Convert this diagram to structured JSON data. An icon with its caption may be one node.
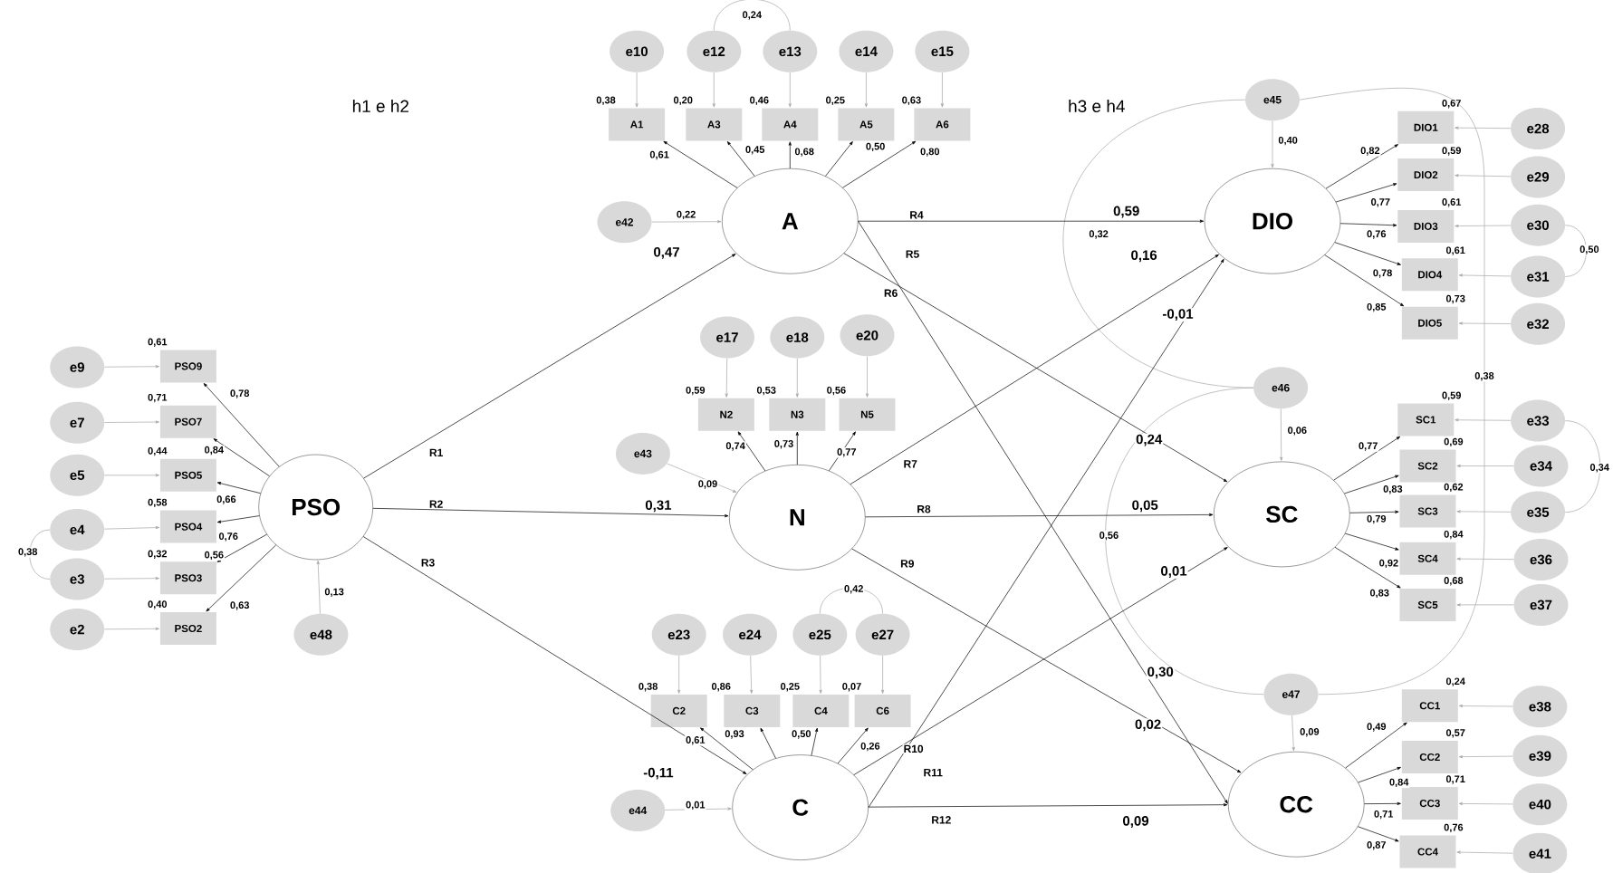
{
  "diagram": {
    "nodes": [
      {
        "text": [
          "e9"
        ]
      },
      {
        "text": [
          "e7"
        ]
      },
      {
        "text": [
          "e5"
        ]
      },
      {
        "text": [
          "e4"
        ]
      },
      {
        "text": [
          "e3"
        ]
      },
      {
        "text": [
          "e2"
        ]
      },
      {
        "text": [
          "PSO9"
        ],
        "beside": [
          "0,61"
        ]
      },
      {
        "text": [
          "PSO7"
        ],
        "beside": [
          "0,71"
        ]
      },
      {
        "text": [
          "PSO5"
        ],
        "beside": [
          "0,44"
        ]
      },
      {
        "text": [
          "PSO4"
        ],
        "beside": [
          "0,58"
        ]
      },
      {
        "text": [
          "PSO3"
        ],
        "beside": [
          "0,32"
        ]
      },
      {
        "text": [
          "PSO2"
        ],
        "beside": [
          "0,40"
        ]
      },
      {
        "text": [
          "PSO"
        ]
      },
      {
        "text": [
          "e48"
        ]
      },
      {
        "text": [
          "e10"
        ]
      },
      {
        "text": [
          "e12"
        ]
      },
      {
        "text": [
          "e13"
        ]
      },
      {
        "text": [
          "e14"
        ]
      },
      {
        "text": [
          "e15"
        ]
      },
      {
        "text": [
          "A1"
        ],
        "beside": [
          "0,38"
        ]
      },
      {
        "text": [
          "A3"
        ],
        "beside": [
          "0,20"
        ]
      },
      {
        "text": [
          "A4"
        ],
        "beside": [
          "0,46"
        ]
      },
      {
        "text": [
          "A5"
        ],
        "beside": [
          "0,25"
        ]
      },
      {
        "text": [
          "A6"
        ],
        "beside": [
          "0,63"
        ]
      },
      {
        "text": [
          "e42"
        ]
      },
      {
        "text": [
          "A"
        ]
      },
      {
        "text": [
          "e17"
        ]
      },
      {
        "text": [
          "e18"
        ]
      },
      {
        "text": [
          "e20"
        ]
      },
      {
        "text": [
          "N2"
        ],
        "beside": [
          "0,59"
        ]
      },
      {
        "text": [
          "N3"
        ],
        "beside": [
          "0,53"
        ]
      },
      {
        "text": [
          "N5"
        ],
        "beside": [
          "0,56"
        ]
      },
      {
        "text": [
          "e43"
        ]
      },
      {
        "text": [
          "N"
        ]
      },
      {
        "text": [
          "e23"
        ]
      },
      {
        "text": [
          "e24"
        ]
      },
      {
        "text": [
          "e25"
        ]
      },
      {
        "text": [
          "e27"
        ]
      },
      {
        "text": [
          "C2"
        ],
        "beside": [
          "0,38"
        ]
      },
      {
        "text": [
          "C3"
        ],
        "beside": [
          "0,86"
        ]
      },
      {
        "text": [
          "C4"
        ],
        "beside": [
          "0,25"
        ]
      },
      {
        "text": [
          "C6"
        ],
        "beside": [
          "0,07"
        ]
      },
      {
        "text": [
          "e44"
        ]
      },
      {
        "text": [
          "C"
        ]
      },
      {
        "text": [
          "e45"
        ]
      },
      {
        "text": [
          "DIO"
        ]
      },
      {
        "text": [
          "DIO1"
        ],
        "beside": [
          "0,67"
        ]
      },
      {
        "text": [
          "DIO2"
        ],
        "beside": [
          "0,59"
        ]
      },
      {
        "text": [
          "DIO3"
        ],
        "beside": [
          "0,61"
        ]
      },
      {
        "text": [
          "DIO4"
        ],
        "beside": [
          "0,61"
        ]
      },
      {
        "text": [
          "DIO5"
        ],
        "beside": [
          "0,73"
        ]
      },
      {
        "text": [
          "e28"
        ]
      },
      {
        "text": [
          "e29"
        ]
      },
      {
        "text": [
          "e30"
        ]
      },
      {
        "text": [
          "e31"
        ]
      },
      {
        "text": [
          "e32"
        ]
      },
      {
        "text": [
          "e46"
        ]
      },
      {
        "text": [
          "SC"
        ]
      },
      {
        "text": [
          "SC1"
        ],
        "beside": [
          "0,59"
        ]
      },
      {
        "text": [
          "SC2"
        ],
        "beside": [
          "0,69"
        ]
      },
      {
        "text": [
          "SC3"
        ],
        "beside": [
          "0,62"
        ]
      },
      {
        "text": [
          "SC4"
        ],
        "beside": [
          "0,84"
        ]
      },
      {
        "text": [
          "SC5"
        ],
        "beside": [
          "0,68"
        ]
      },
      {
        "text": [
          "e33"
        ]
      },
      {
        "text": [
          "e34"
        ]
      },
      {
        "text": [
          "e35"
        ]
      },
      {
        "text": [
          "e36"
        ]
      },
      {
        "text": [
          "e37"
        ]
      },
      {
        "text": [
          "e47"
        ]
      },
      {
        "text": [
          "CC"
        ]
      },
      {
        "text": [
          "CC1"
        ],
        "beside": [
          "0,24"
        ]
      },
      {
        "text": [
          "CC2"
        ],
        "beside": [
          "0,57"
        ]
      },
      {
        "text": [
          "CC3"
        ],
        "beside": [
          "0,71"
        ]
      },
      {
        "text": [
          "CC4"
        ],
        "beside": [
          "0,76"
        ]
      },
      {
        "text": [
          "e38"
        ]
      },
      {
        "text": [
          "e39"
        ]
      },
      {
        "text": [
          "e40"
        ]
      },
      {
        "text": [
          "e41"
        ]
      }
    ],
    "edges": [
      {
        "from": 0,
        "to": 6,
        "arrow": "to"
      },
      {
        "from": 1,
        "to": 7,
        "arrow": "to"
      },
      {
        "from": 2,
        "to": 8,
        "arrow": "to"
      },
      {
        "from": 3,
        "to": 9,
        "arrow": "to"
      },
      {
        "from": 4,
        "to": 10,
        "arrow": "to"
      },
      {
        "from": 5,
        "to": 11,
        "arrow": "to"
      },
      {
        "from": 12,
        "to": 6,
        "arrow": "to",
        "label": "0,78",
        "color": "#000000"
      },
      {
        "from": 12,
        "to": 7,
        "arrow": "to",
        "label": "0,84",
        "color": "#000000"
      },
      {
        "from": 12,
        "to": 8,
        "arrow": "to",
        "label": "0,66",
        "color": "#000000"
      },
      {
        "from": 12,
        "to": 9,
        "arrow": "to",
        "label": "0,76",
        "color": "#000000"
      },
      {
        "from": 12,
        "to": 10,
        "arrow": "to",
        "label": "0,56",
        "color": "#000000"
      },
      {
        "from": 12,
        "to": 11,
        "arrow": "to",
        "label": "0,63",
        "color": "#000000"
      },
      {
        "from": 13,
        "to": 12,
        "arrow": "to",
        "label": "0,13"
      },
      {
        "from": 3,
        "to": 4,
        "arrow": "none",
        "label": "0,38"
      },
      {
        "from": 14,
        "to": 19,
        "arrow": "to"
      },
      {
        "from": 15,
        "to": 20,
        "arrow": "to"
      },
      {
        "from": 16,
        "to": 21,
        "arrow": "to"
      },
      {
        "from": 17,
        "to": 22,
        "arrow": "to"
      },
      {
        "from": 18,
        "to": 23,
        "arrow": "to"
      },
      {
        "from": 25,
        "to": 19,
        "arrow": "to",
        "label": "0,61",
        "color": "#000000"
      },
      {
        "from": 25,
        "to": 20,
        "arrow": "to",
        "label": "0,45",
        "color": "#000000"
      },
      {
        "from": 25,
        "to": 21,
        "arrow": "to",
        "label": "0,68",
        "color": "#000000"
      },
      {
        "from": 25,
        "to": 22,
        "arrow": "to",
        "label": "0,50",
        "color": "#000000"
      },
      {
        "from": 25,
        "to": 23,
        "arrow": "to",
        "label": "0,80",
        "color": "#000000"
      },
      {
        "from": 24,
        "to": 25,
        "arrow": "to",
        "label": "0,22"
      },
      {
        "from": 15,
        "to": 16,
        "arrow": "none",
        "label": "0,24"
      },
      {
        "from": 26,
        "to": 29,
        "arrow": "to"
      },
      {
        "from": 27,
        "to": 30,
        "arrow": "to"
      },
      {
        "from": 28,
        "to": 31,
        "arrow": "to"
      },
      {
        "from": 33,
        "to": 29,
        "arrow": "to",
        "label": "0,74",
        "color": "#000000"
      },
      {
        "from": 33,
        "to": 30,
        "arrow": "to",
        "label": "0,73",
        "color": "#000000"
      },
      {
        "from": 33,
        "to": 31,
        "arrow": "to",
        "label": "0,77",
        "color": "#000000"
      },
      {
        "from": 32,
        "to": 33,
        "arrow": "to",
        "label": "0,09"
      },
      {
        "from": 34,
        "to": 38,
        "arrow": "to"
      },
      {
        "from": 35,
        "to": 39,
        "arrow": "to"
      },
      {
        "from": 36,
        "to": 40,
        "arrow": "to"
      },
      {
        "from": 37,
        "to": 41,
        "arrow": "to"
      },
      {
        "from": 43,
        "to": 38,
        "arrow": "to",
        "label": "0,61",
        "color": "#000000"
      },
      {
        "from": 43,
        "to": 39,
        "arrow": "to",
        "label": "0,93",
        "color": "#000000"
      },
      {
        "from": 43,
        "to": 40,
        "arrow": "to",
        "label": "0,50",
        "color": "#000000"
      },
      {
        "from": 43,
        "to": 41,
        "arrow": "to",
        "label": "0,26",
        "color": "#000000"
      },
      {
        "from": 42,
        "to": 43,
        "arrow": "to",
        "label": "0,01"
      },
      {
        "from": 36,
        "to": 37,
        "arrow": "none",
        "label": "0,42"
      },
      {
        "from": 51,
        "to": 46,
        "arrow": "to"
      },
      {
        "from": 52,
        "to": 47,
        "arrow": "to"
      },
      {
        "from": 53,
        "to": 48,
        "arrow": "to"
      },
      {
        "from": 54,
        "to": 49,
        "arrow": "to"
      },
      {
        "from": 55,
        "to": 50,
        "arrow": "to"
      },
      {
        "from": 45,
        "to": 46,
        "arrow": "to",
        "label": "0,82",
        "color": "#000000"
      },
      {
        "from": 45,
        "to": 47,
        "arrow": "to",
        "label": "0,77",
        "color": "#000000"
      },
      {
        "from": 45,
        "to": 48,
        "arrow": "to",
        "label": "0,76",
        "color": "#000000"
      },
      {
        "from": 45,
        "to": 49,
        "arrow": "to",
        "label": "0,78",
        "color": "#000000"
      },
      {
        "from": 45,
        "to": 50,
        "arrow": "to",
        "label": "0,85",
        "color": "#000000"
      },
      {
        "from": 44,
        "to": 45,
        "arrow": "to",
        "label": "0,40"
      },
      {
        "from": 53,
        "to": 54,
        "arrow": "none",
        "label": "0,50"
      },
      {
        "from": 63,
        "to": 58,
        "arrow": "to"
      },
      {
        "from": 64,
        "to": 59,
        "arrow": "to"
      },
      {
        "from": 65,
        "to": 60,
        "arrow": "to"
      },
      {
        "from": 66,
        "to": 61,
        "arrow": "to"
      },
      {
        "from": 67,
        "to": 62,
        "arrow": "to"
      },
      {
        "from": 57,
        "to": 58,
        "arrow": "to",
        "label": "0,77",
        "color": "#000000"
      },
      {
        "from": 57,
        "to": 59,
        "arrow": "to",
        "label": "0,83",
        "color": "#000000"
      },
      {
        "from": 57,
        "to": 60,
        "arrow": "to",
        "label": "0,79",
        "color": "#000000"
      },
      {
        "from": 57,
        "to": 61,
        "arrow": "to",
        "label": "0,92",
        "color": "#000000"
      },
      {
        "from": 57,
        "to": 62,
        "arrow": "to",
        "label": "0,83",
        "color": "#000000"
      },
      {
        "from": 56,
        "to": 57,
        "arrow": "to",
        "label": "0,06"
      },
      {
        "from": 63,
        "to": 65,
        "arrow": "none",
        "label": "0,34"
      },
      {
        "from": 74,
        "to": 70,
        "arrow": "to"
      },
      {
        "from": 75,
        "to": 71,
        "arrow": "to"
      },
      {
        "from": 76,
        "to": 72,
        "arrow": "to"
      },
      {
        "from": 77,
        "to": 73,
        "arrow": "to"
      },
      {
        "from": 69,
        "to": 70,
        "arrow": "to",
        "label": "0,49",
        "color": "#000000"
      },
      {
        "from": 69,
        "to": 71,
        "arrow": "to",
        "label": "0,84",
        "color": "#000000"
      },
      {
        "from": 69,
        "to": 72,
        "arrow": "to",
        "label": "0,71",
        "color": "#000000"
      },
      {
        "from": 69,
        "to": 73,
        "arrow": "to",
        "label": "0,87",
        "color": "#000000"
      },
      {
        "from": 68,
        "to": 69,
        "arrow": "to",
        "label": "0,09"
      },
      {
        "from": 44,
        "to": 56,
        "arrow": "none",
        "label": "0,32"
      },
      {
        "from": 56,
        "to": 68,
        "arrow": "none",
        "label": "0,56"
      },
      {
        "from": 44,
        "to": 68,
        "arrow": "none",
        "label": "0,38"
      },
      {
        "from": 12,
        "to": 25,
        "arrow": "to",
        "label": "0,47",
        "color": "#000000"
      },
      {
        "from": 12,
        "to": 33,
        "arrow": "to",
        "label": "0,31",
        "color": "#000000"
      },
      {
        "from": 12,
        "to": 43,
        "arrow": "to",
        "label": "-0,11",
        "color": "#000000"
      },
      {
        "from": 25,
        "to": 45,
        "arrow": "to",
        "label": "0,59",
        "color": "#000000"
      },
      {
        "from": 25,
        "to": 57,
        "arrow": "to",
        "label": "0,24",
        "color": "#000000"
      },
      {
        "from": 25,
        "to": 69,
        "arrow": "to",
        "label": "0,30",
        "color": "#000000"
      },
      {
        "from": 33,
        "to": 45,
        "arrow": "to",
        "label": "0,16",
        "color": "#000000"
      },
      {
        "from": 33,
        "to": 57,
        "arrow": "to",
        "label": "0,05",
        "color": "#000000"
      },
      {
        "from": 33,
        "to": 69,
        "arrow": "to",
        "label": "0,02",
        "color": "#000000"
      },
      {
        "from": 43,
        "to": 45,
        "arrow": "to",
        "label": "-0,01",
        "color": "#000000"
      },
      {
        "from": 43,
        "to": 57,
        "arrow": "to",
        "label": "0,01",
        "color": "#000000"
      },
      {
        "from": 43,
        "to": 69,
        "arrow": "to",
        "label": "0,09",
        "color": "#000000"
      }
    ],
    "labels": [
      "h1 e h2",
      "h3 e h4",
      "R1",
      "R2",
      "R3",
      "R4",
      "R5",
      "R6",
      "R7",
      "R8",
      "R9",
      "R10",
      "R11",
      "R12"
    ]
  }
}
